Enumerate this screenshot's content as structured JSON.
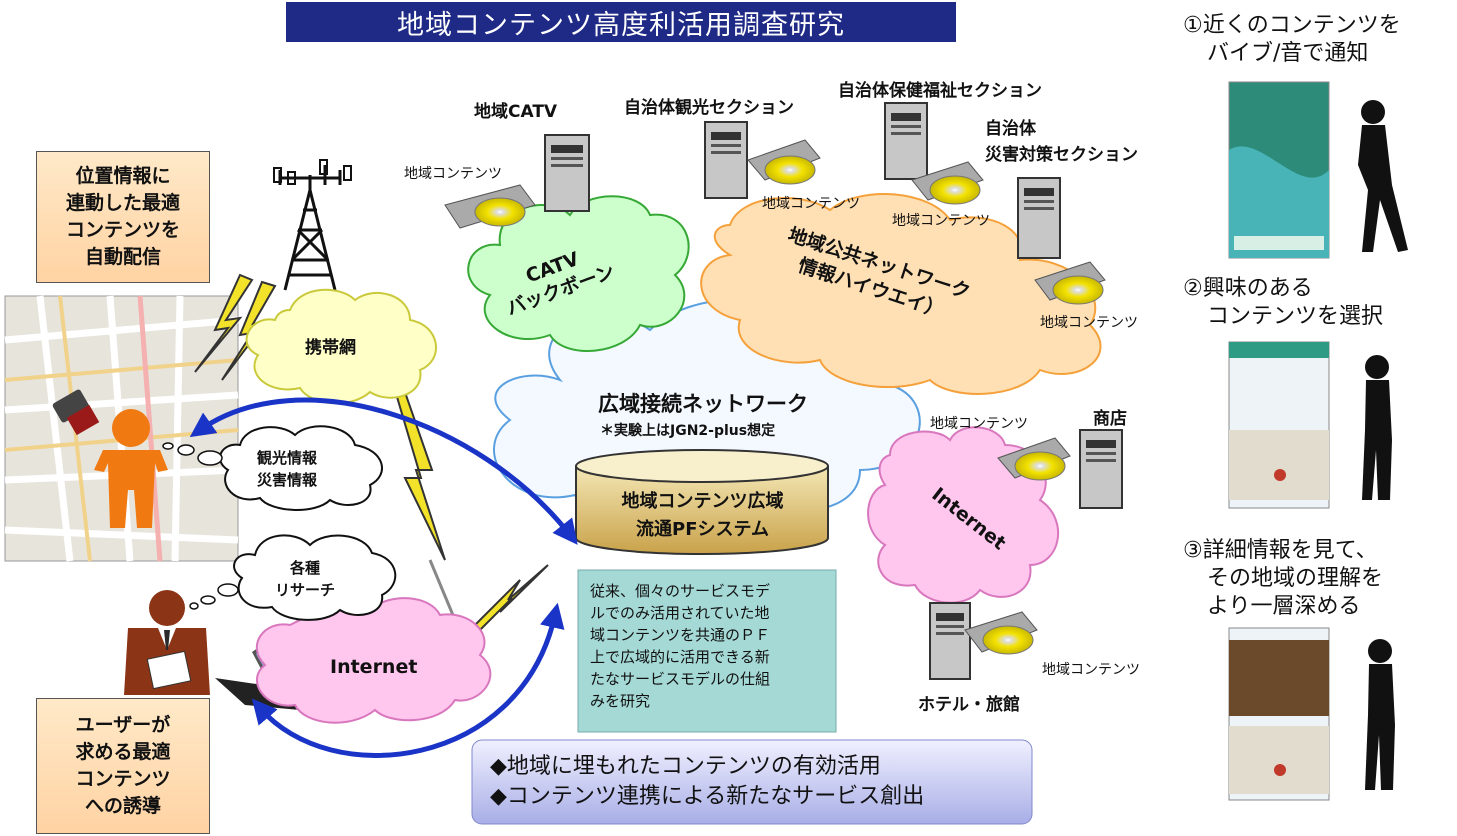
{
  "title": "地域コンテンツ高度利活用調査研究",
  "left_box_top": {
    "lines": [
      "位置情報に",
      "連動した最適",
      "コンテンツを",
      "自動配信"
    ]
  },
  "left_box_bottom": {
    "lines": [
      "ユーザーが",
      "求める最適",
      "コンテンツ",
      "への誘導"
    ]
  },
  "clouds": {
    "mobile": "携帯網",
    "catv": [
      "CATV",
      "バックボーン"
    ],
    "public": [
      "地域公共ネットワーク",
      "情報ハイウエイ）"
    ],
    "wide": "広域接続ネットワーク",
    "wide_note": "＊実験上はJGN2-plus想定",
    "internet_left": "Internet",
    "internet_right": "Internet",
    "tourism": [
      "観光情報",
      "災害情報"
    ],
    "research": [
      "各種",
      "リサーチ"
    ]
  },
  "system": [
    "地域コンテンツ広域",
    "流通PFシステム"
  ],
  "servers": {
    "catv": "地域CATV",
    "tourism": "自治体観光セクション",
    "health": "自治体保健福祉セクション",
    "disaster": [
      "自治体",
      "災害対策セクション"
    ],
    "shop": "商店",
    "hotel": "ホテル・旅館"
  },
  "content_label": "地域コンテンツ",
  "description": [
    "従来、個々のサービスモデ",
    "ルでのみ活用されていた地",
    "域コンテンツを共通のＰＦ",
    "上で広域的に活用できる新",
    "たなサービスモデルの仕組",
    "みを研究"
  ],
  "goals": [
    "◆地域に埋もれたコンテンツの有効活用",
    "◆コンテンツ連携による新たなサービス創出"
  ],
  "steps": {
    "step1": [
      "①近くのコンテンツを",
      "バイブ/音で通知"
    ],
    "step2": [
      "②興味のある",
      "コンテンツを選択"
    ],
    "step3": [
      "③詳細情報を見て、",
      "その地域の理解を",
      "より一層深める"
    ]
  },
  "colors": {
    "title_bg": "#1f2a86",
    "cloud_green": "#ccffcc",
    "cloud_orange": "#ffd9a6",
    "cloud_pink": "#ffc6ee",
    "cloud_yellow": "#ffffc0",
    "cloud_blue": "#e8f2ff",
    "desc_bg": "#a5d9d6",
    "arrow_blue": "#1a34c7",
    "lightning": "#f2e22a"
  }
}
